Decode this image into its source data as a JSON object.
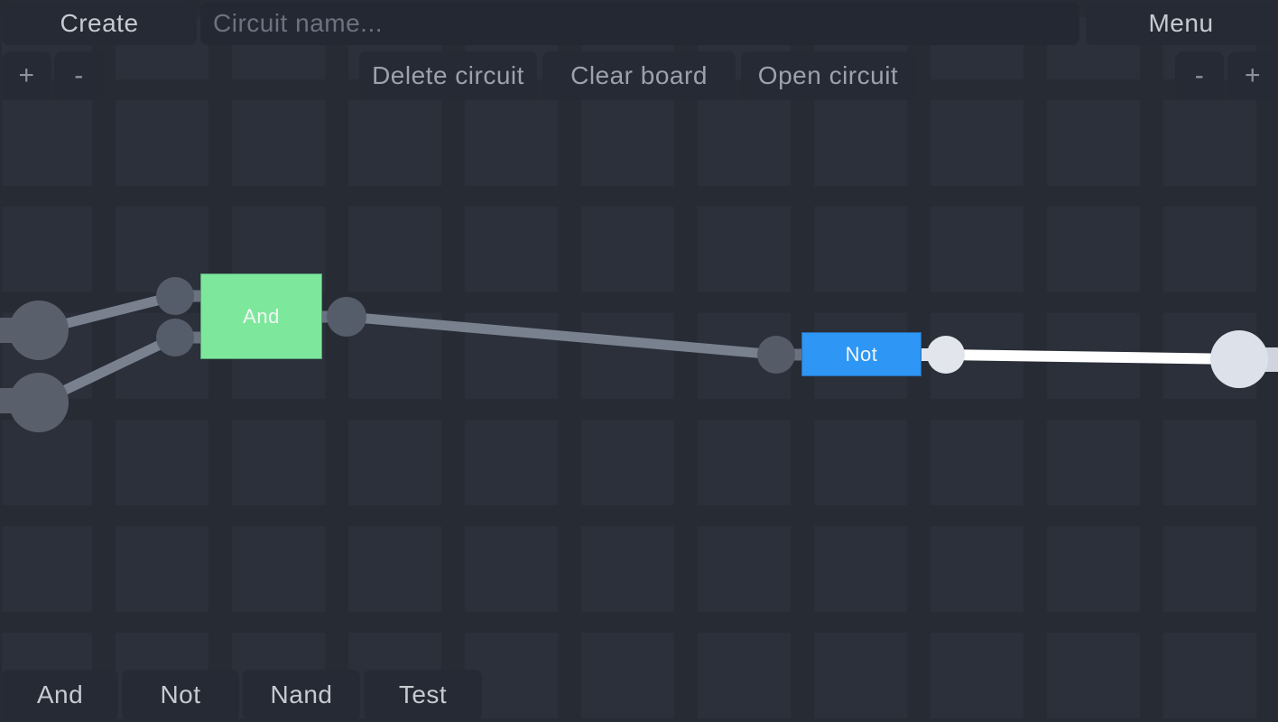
{
  "header": {
    "create": "Create",
    "circuit_name_placeholder": "Circuit name...",
    "menu": "Menu",
    "delete_circuit": "Delete circuit",
    "clear_board": "Clear board",
    "open_circuit": "Open circuit",
    "zoom_in": "+",
    "zoom_out": "-"
  },
  "palette": {
    "gates": [
      {
        "label": "And"
      },
      {
        "label": "Not"
      },
      {
        "label": "Nand"
      },
      {
        "label": "Test"
      }
    ]
  },
  "canvas": {
    "gates": [
      {
        "label": "And",
        "type": "and-gate",
        "color": "#7de89c",
        "inputs": 2,
        "outputs": 1
      },
      {
        "label": "Not",
        "type": "not-gate",
        "color": "#2e96f4",
        "inputs": 1,
        "outputs": 1
      }
    ],
    "wires": [
      {
        "from": "input-terminal-1",
        "to": "and-gate-input-1",
        "state": "off"
      },
      {
        "from": "input-terminal-2",
        "to": "and-gate-input-2",
        "state": "off"
      },
      {
        "from": "and-gate-output",
        "to": "not-gate-input",
        "state": "off"
      },
      {
        "from": "not-gate-output",
        "to": "output-terminal",
        "state": "on"
      }
    ],
    "colors": {
      "wire_off": "#79818f",
      "wire_on": "#ffffff",
      "node_off": "#565d6a",
      "node_on": "#e2e6ec",
      "and_gate": "#7de89c",
      "not_gate": "#2e96f4",
      "button_bg": "#252a34",
      "board_bg": "#2b303a"
    }
  }
}
